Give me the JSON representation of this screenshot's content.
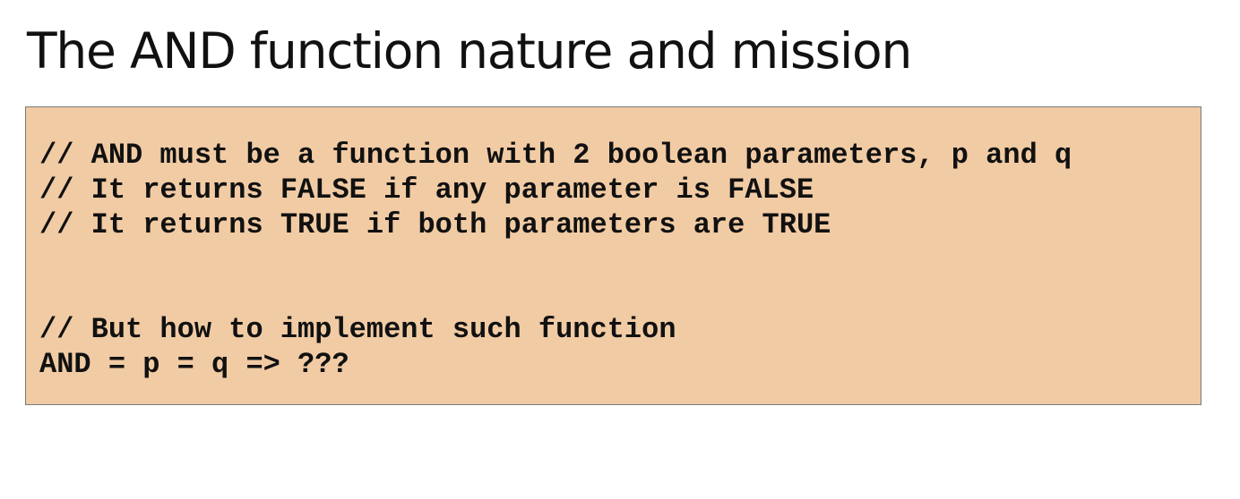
{
  "slide": {
    "title": "The AND function nature and mission"
  },
  "code": {
    "lines": [
      "// AND must be a function with 2 boolean parameters, p and q",
      "// It returns FALSE if any parameter is FALSE",
      "// It returns TRUE if both parameters are TRUE",
      "",
      "",
      "// But how to implement such function",
      "AND = p = q => ???"
    ]
  },
  "colors": {
    "code_background": "#f1cba4",
    "code_border": "#7a7a7a",
    "text": "#111111"
  }
}
